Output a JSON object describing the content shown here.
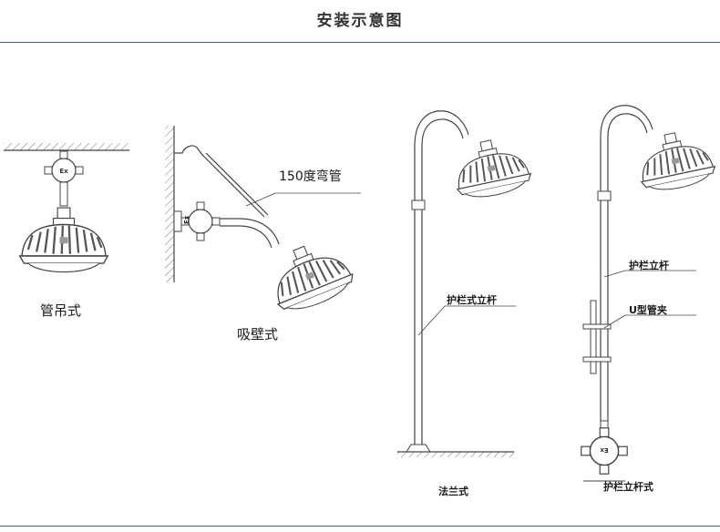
{
  "header": {
    "title": "安装示意图"
  },
  "figures": {
    "pipe_pendant": {
      "caption": "管吊式",
      "box_mark": "Ex"
    },
    "wall_mount": {
      "caption": "吸壁式",
      "box_mark": "Ex",
      "callout": "150度弯管"
    },
    "flange": {
      "caption": "法兰式",
      "callout": "护栏式立杆"
    },
    "guardrail_pole": {
      "caption": "护栏立杆式",
      "callout_pole": "护栏立杆",
      "callout_clamp": "U型管夹",
      "box_mark": "Ex"
    }
  }
}
